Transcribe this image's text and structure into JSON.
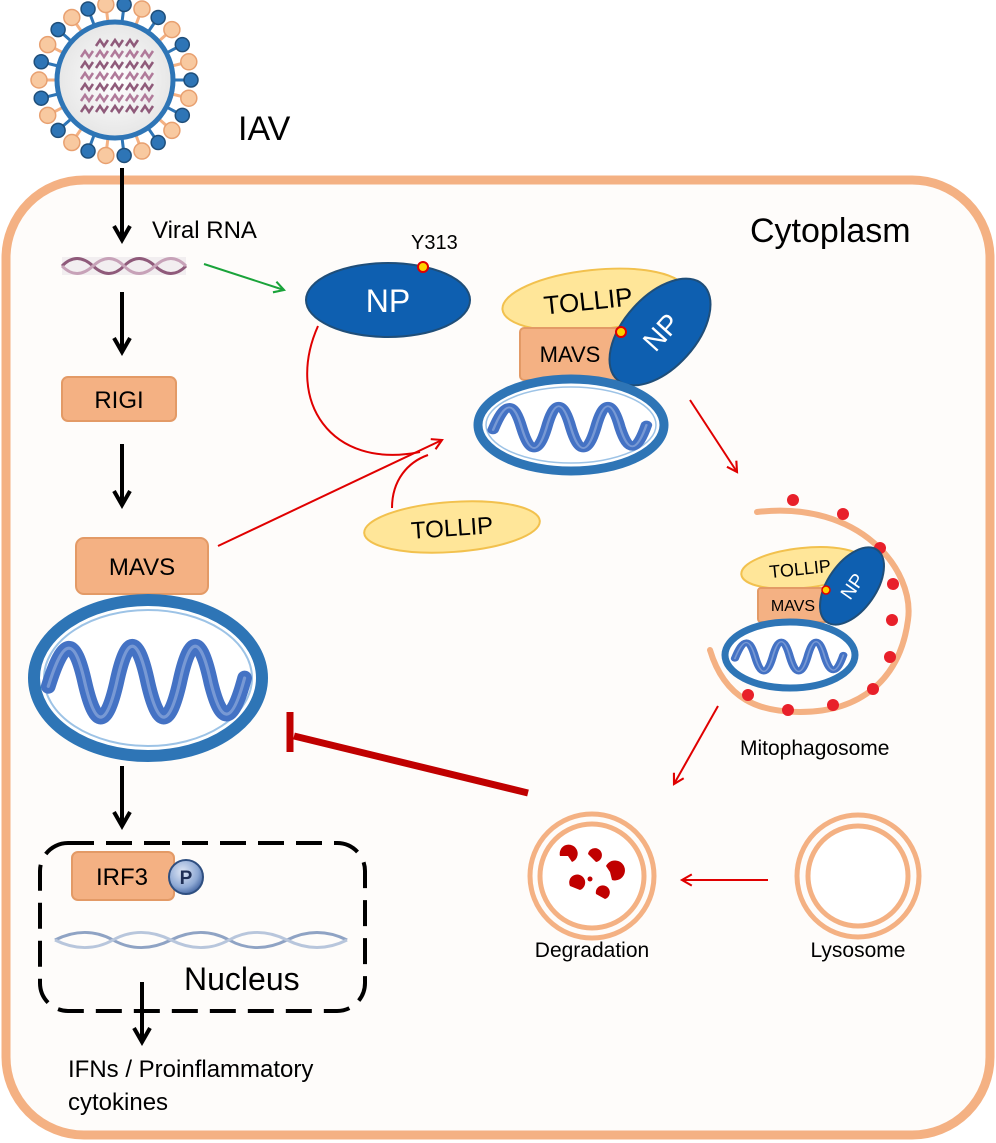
{
  "labels": {
    "iav": "IAV",
    "viral_rna": "Viral RNA",
    "cytoplasm": "Cytoplasm",
    "y313": "Y313",
    "np": "NP",
    "rigi": "RIGI",
    "mavs": "MAVS",
    "tollip": "TOLLIP",
    "mitophagosome": "Mitophagosome",
    "degradation": "Degradation",
    "lysosome": "Lysosome",
    "irf3": "IRF3",
    "phospho": "P",
    "nucleus": "Nucleus",
    "output_line1": "IFNs / Proinflammatory",
    "output_line2": "cytokines"
  },
  "colors": {
    "cell_border": "#F4B183",
    "cell_fill": "#FEFCFA",
    "np_blue": "#0E5FB0",
    "mavs_fill": "#F4B183",
    "tollip_fill": "#FFE699",
    "mito_outer": "#2E75B6",
    "mito_inner": "#4472C4",
    "red_arrow": "#E00000",
    "inhibit": "#C00000",
    "green_arrow": "#1AA33A",
    "dot_red": "#E8202A"
  }
}
